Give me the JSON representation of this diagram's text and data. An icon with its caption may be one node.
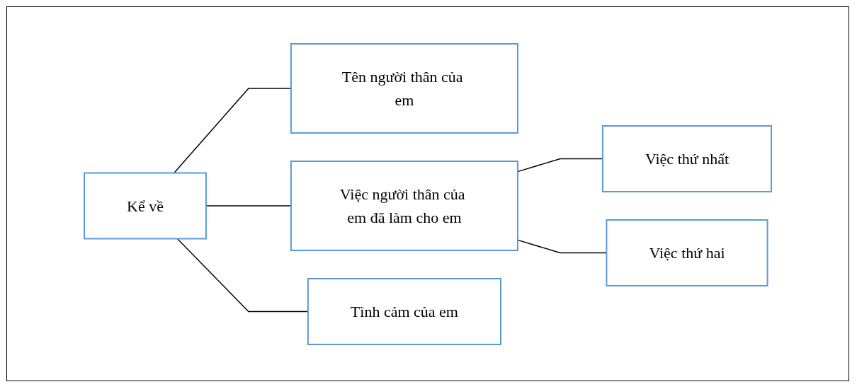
{
  "diagram": {
    "nodes": [
      {
        "text": [
          "Kể về"
        ]
      },
      {
        "text": [
          "Tên người thân của em"
        ]
      },
      {
        "text": [
          "Việc người thân của em đã làm cho em"
        ]
      },
      {
        "text": [
          "Tình cảm của em"
        ]
      },
      {
        "text": [
          "Việc thứ nhất"
        ]
      },
      {
        "text": [
          "Việc thứ hai"
        ]
      }
    ],
    "edges": [
      {
        "from": 0,
        "to": 1,
        "arrow": "none"
      },
      {
        "from": 0,
        "to": 2,
        "arrow": "none"
      },
      {
        "from": 0,
        "to": 3,
        "arrow": "none"
      },
      {
        "from": 2,
        "to": 4,
        "arrow": "none"
      },
      {
        "from": 2,
        "to": 5,
        "arrow": "none"
      }
    ]
  }
}
